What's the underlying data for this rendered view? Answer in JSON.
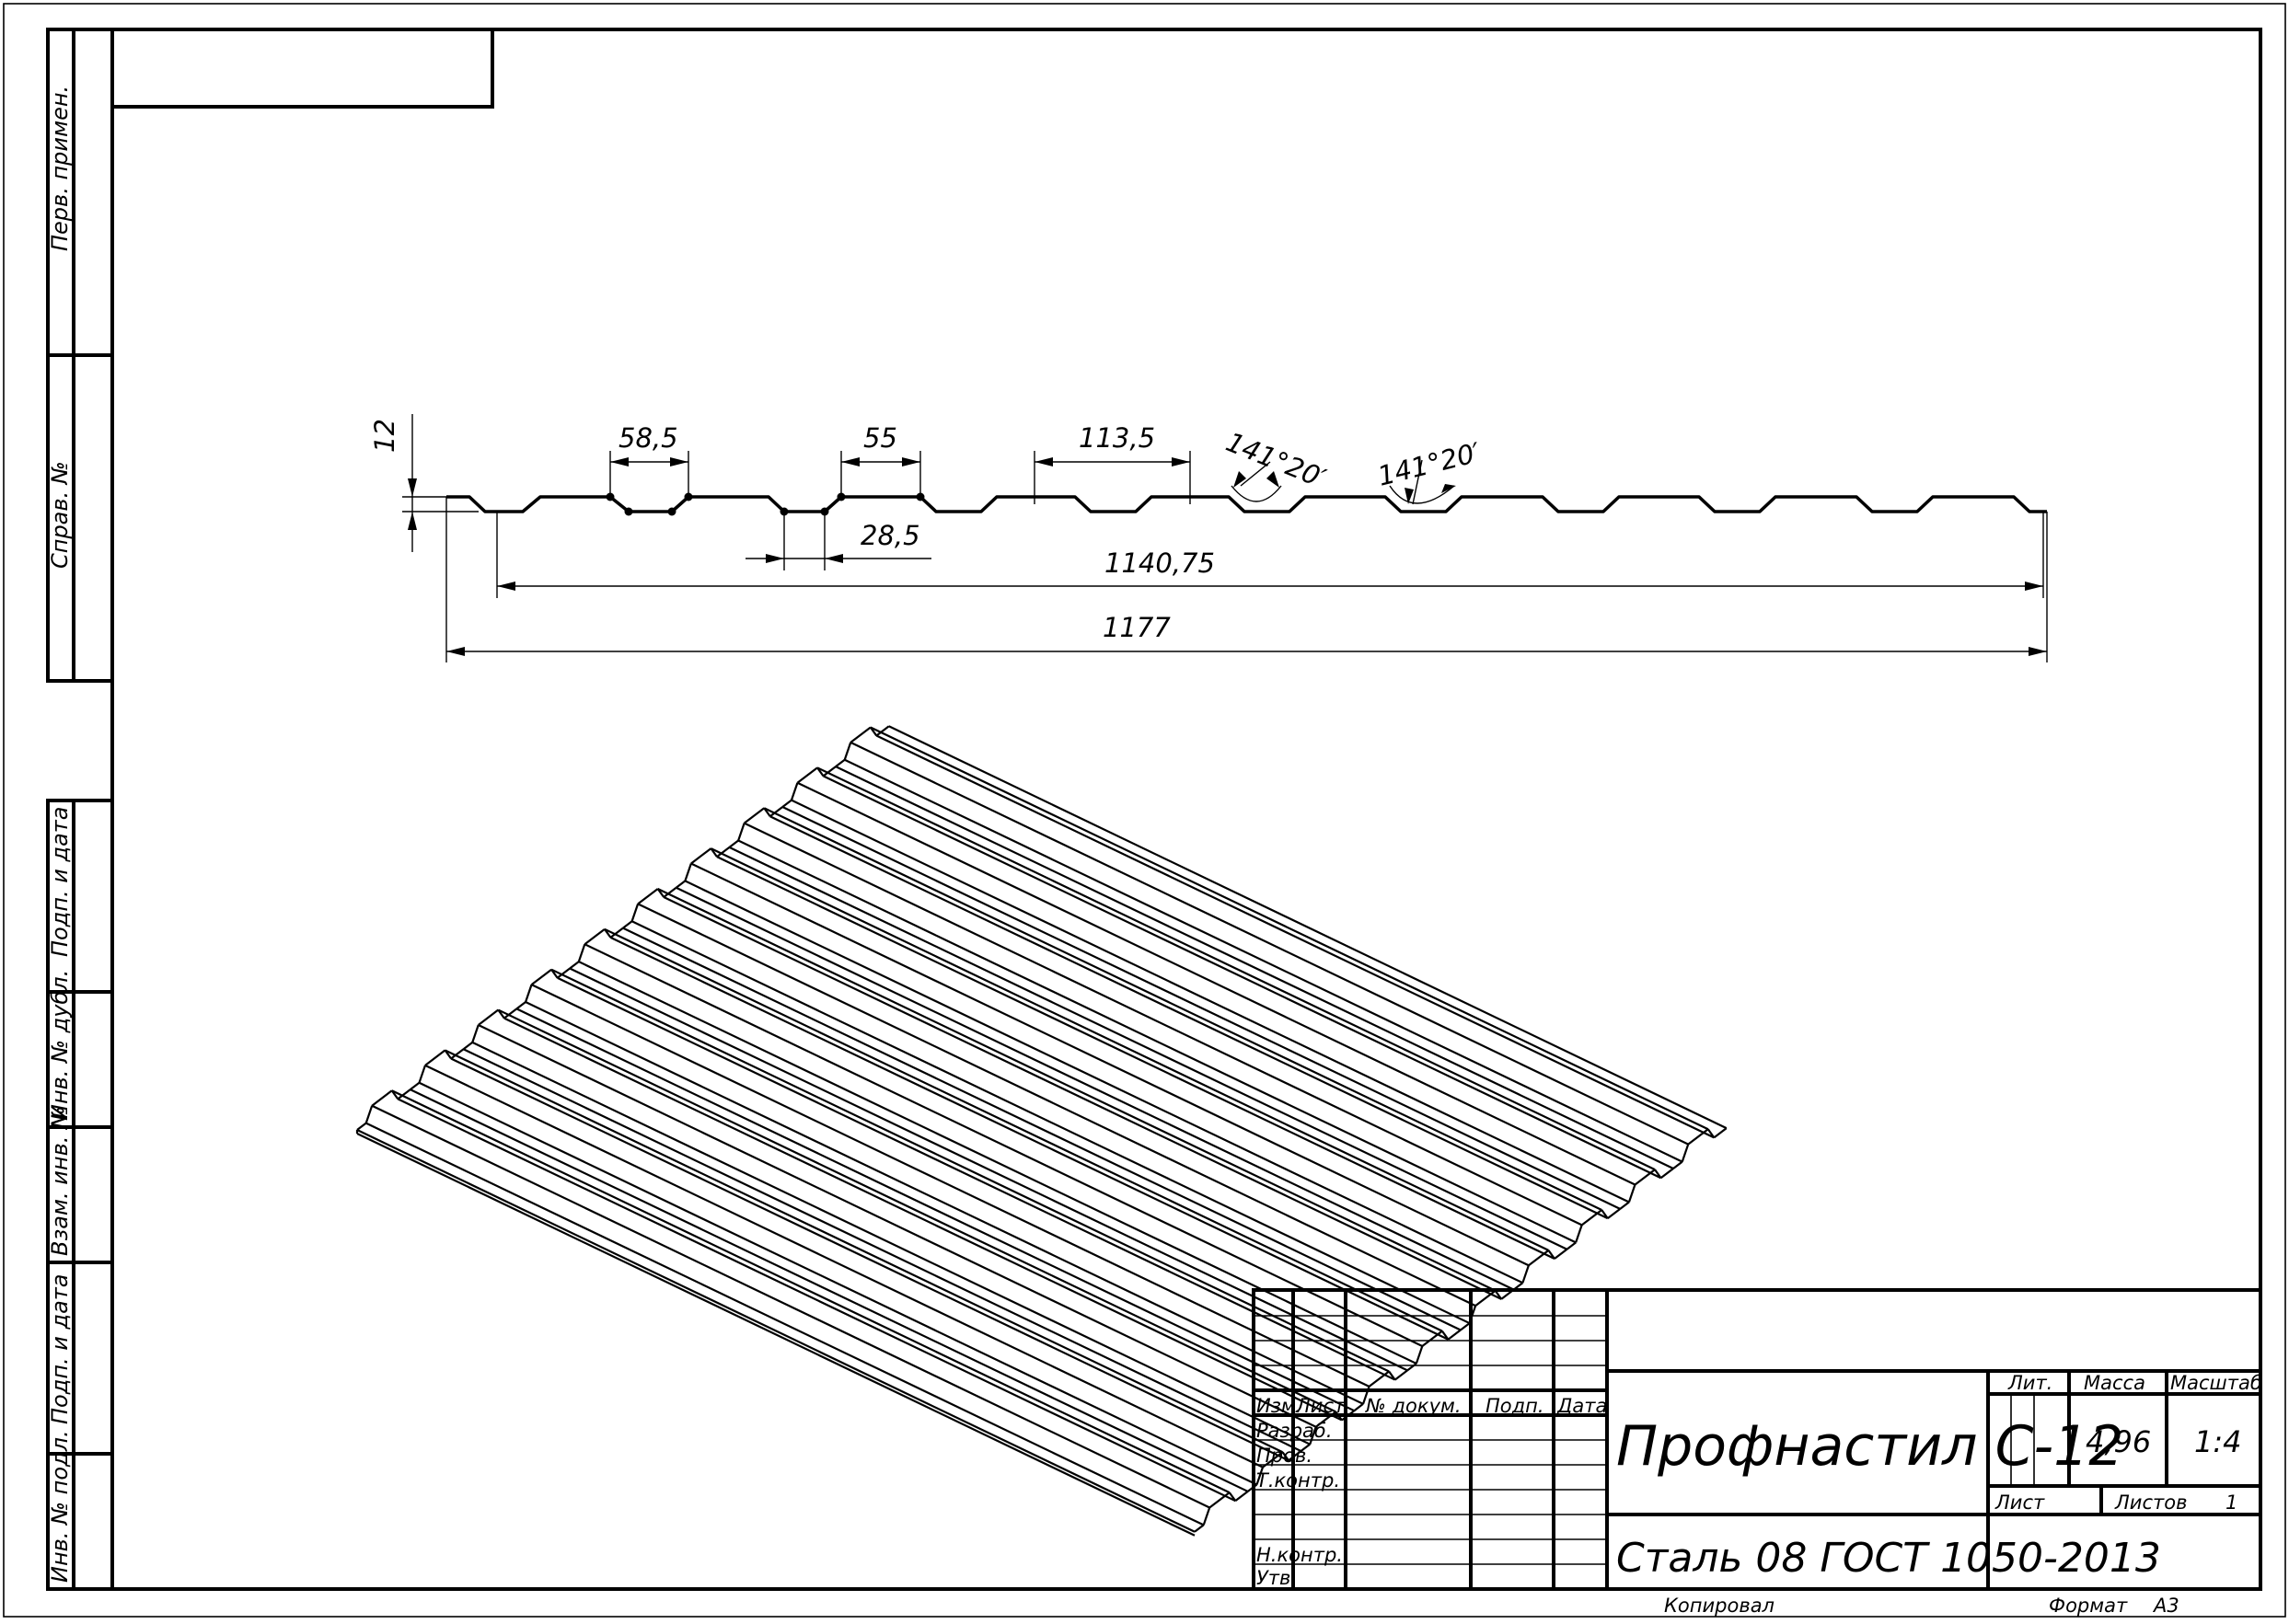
{
  "side_strip": {
    "perv_primen": "Перв. примен.",
    "sprav": "Справ. №",
    "podp_data_top": "Подп. и дата",
    "inv_dubl": "Инв. № дубл.",
    "vzam_inv": "Взам. инв. №",
    "podp_data_bottom": "Подп. и дата",
    "inv_podl": "Инв. № подл."
  },
  "dimensions": {
    "d12": "12",
    "d58_5": "58,5",
    "d55": "55",
    "d113_5": "113,5",
    "angle_1": "141°20′",
    "angle_2": "141°20′",
    "d28_5": "28,5",
    "d1140_75": "1140,75",
    "d1177": "1177"
  },
  "title_block": {
    "col_izm": "Изм.",
    "col_list": "Лист",
    "col_ndokum": "№ докум.",
    "col_podp": "Подп.",
    "col_data": "Дата",
    "row_razrab": "Разраб.",
    "row_prov": "Пров.",
    "row_tkontr": "Т.контр.",
    "row_nkontr": "Н.контр.",
    "row_utv": "Утв.",
    "title": "Профнастил С-12",
    "material": "Сталь 08  ГОСТ 1050-2013",
    "lit_label": "Лит.",
    "massa_label": "Масса",
    "masshtab_label": "Масштаб",
    "massa_value": "4,96",
    "masshtab_value": "1:4",
    "list_label": "Лист",
    "listov_label": "Листов",
    "listov_value": "1"
  },
  "footer": {
    "kopiroval": "Копировал",
    "format_label": "Формат",
    "format_value": "А3"
  }
}
